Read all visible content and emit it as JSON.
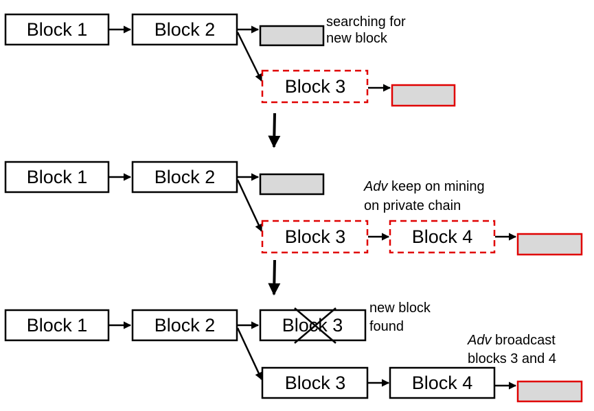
{
  "labels": {
    "block1": "Block 1",
    "block2": "Block 2",
    "block3": "Block 3",
    "block4": "Block 4"
  },
  "notes": {
    "searching": [
      "searching for",
      "new block"
    ],
    "adv_mining_emph": "Adv",
    "adv_mining_rest": " keep on mining",
    "adv_mining_line2": "on private chain",
    "new_block_found": [
      "new block",
      "found"
    ],
    "adv_broadcast_emph": "Adv",
    "adv_broadcast_rest": " broadcast",
    "adv_broadcast_line2": "blocks 3 and 4"
  },
  "colors": {
    "honest_border": "#000000",
    "private_border": "#e00000",
    "pending_fill": "#d9d9d9"
  }
}
